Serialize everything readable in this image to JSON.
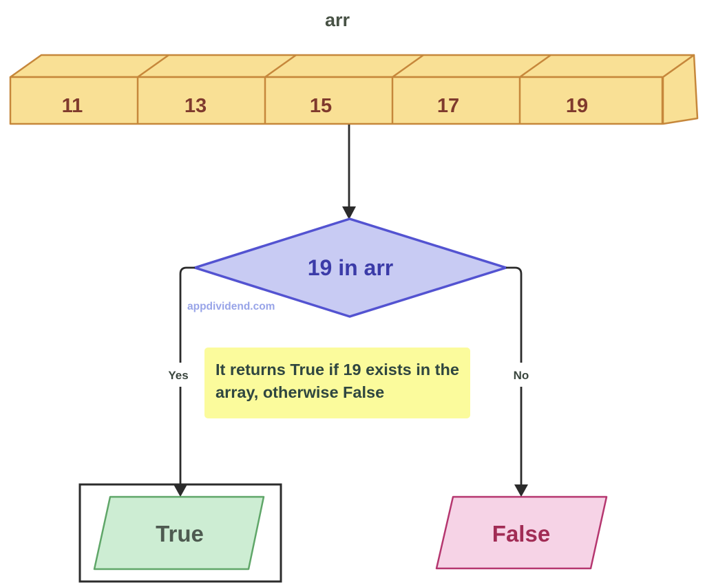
{
  "diagram": {
    "title": "arr",
    "array": {
      "cells": [
        {
          "value": "11"
        },
        {
          "value": "13"
        },
        {
          "value": "15"
        },
        {
          "value": "17"
        },
        {
          "value": "19"
        }
      ]
    },
    "decision": {
      "label": "19 in arr"
    },
    "watermark": "appdividend.com",
    "note": {
      "prefix1": "It returns ",
      "bold1": "True",
      "suffix1": " if 19 exists in the",
      "prefix2": "array, otherwise ",
      "bold2": "False"
    },
    "branches": {
      "yes": "Yes",
      "no": "No"
    },
    "results": {
      "true": "True",
      "false": "False"
    },
    "colors": {
      "array_fill": "#F9E095",
      "array_border": "#C6873B",
      "array_text": "#7F3A2D",
      "title_text": "#485245",
      "diamond_fill": "#C8CBF3",
      "diamond_border": "#5353D1",
      "diamond_text": "#3B3BA8",
      "note_fill": "#FBFB9C",
      "note_text": "#2F4640",
      "true_fill": "#CDEDD3",
      "true_border": "#5FA668",
      "true_text": "#4E5A50",
      "false_fill": "#F6D3E6",
      "false_border": "#B5366F",
      "false_text": "#A12C55",
      "branch_label_text": "#3A463E",
      "line": "#2B2B2B",
      "watermark_text": "#98A4E8"
    }
  }
}
